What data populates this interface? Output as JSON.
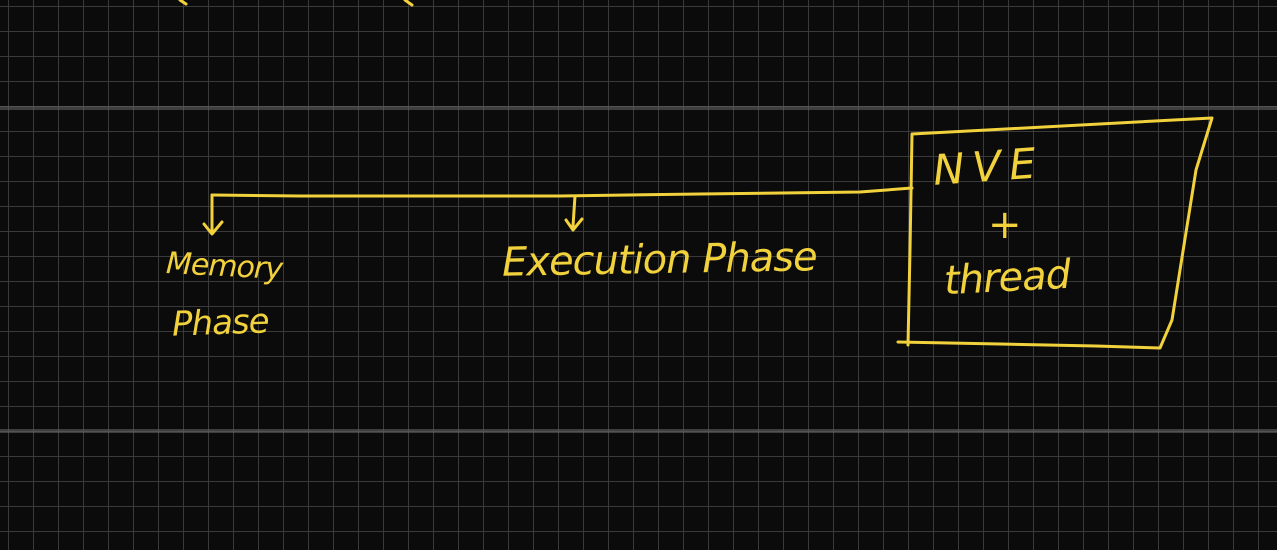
{
  "diagram": {
    "box": {
      "line1": "NVE",
      "line2": "+",
      "line3": "thread"
    },
    "branches": [
      {
        "line1": "Memory",
        "line2": "Phase"
      },
      {
        "label": "Execution Phase"
      }
    ]
  },
  "colors": {
    "ink": "#f2d23c",
    "background": "#0b0b0b",
    "grid": "#3a3a3a"
  }
}
